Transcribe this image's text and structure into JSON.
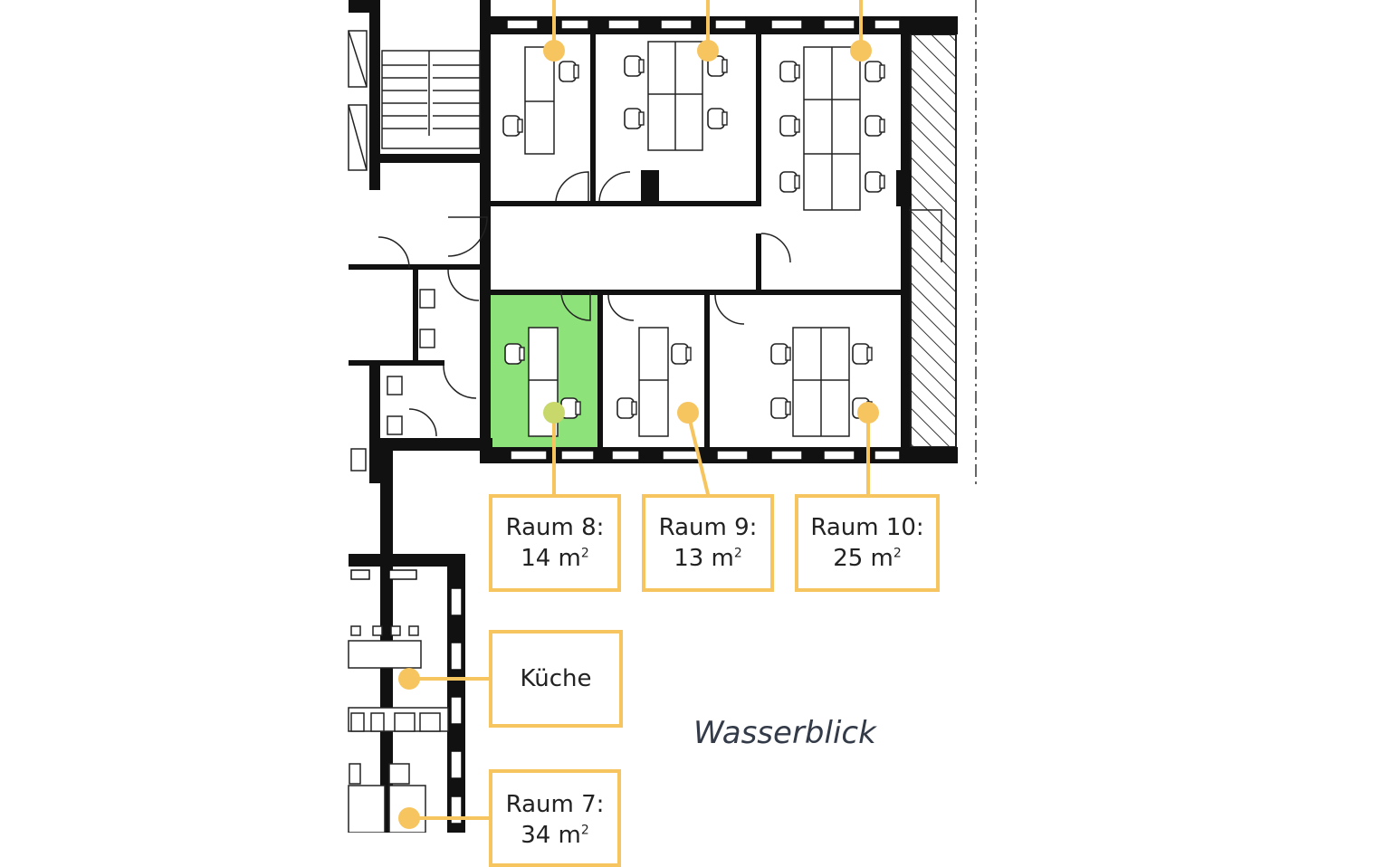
{
  "colors": {
    "accent": "#F7C55F",
    "highlight": "#8EE27A",
    "wall": "#111111",
    "label_text": "#222222"
  },
  "rooms": [
    {
      "id": "raum8",
      "title": "Raum 8:",
      "area": "14 m",
      "unit_sup": "2",
      "selected": true
    },
    {
      "id": "raum9",
      "title": "Raum 9:",
      "area": "13 m",
      "unit_sup": "2",
      "selected": false
    },
    {
      "id": "raum10",
      "title": "Raum 10:",
      "area": "25 m",
      "unit_sup": "2",
      "selected": false
    },
    {
      "id": "kueche",
      "title": "Küche"
    },
    {
      "id": "raum7",
      "title": "Raum 7:",
      "area": "34 m",
      "unit_sup": "2",
      "selected": false
    }
  ],
  "orientation_label": "Wasserblick"
}
